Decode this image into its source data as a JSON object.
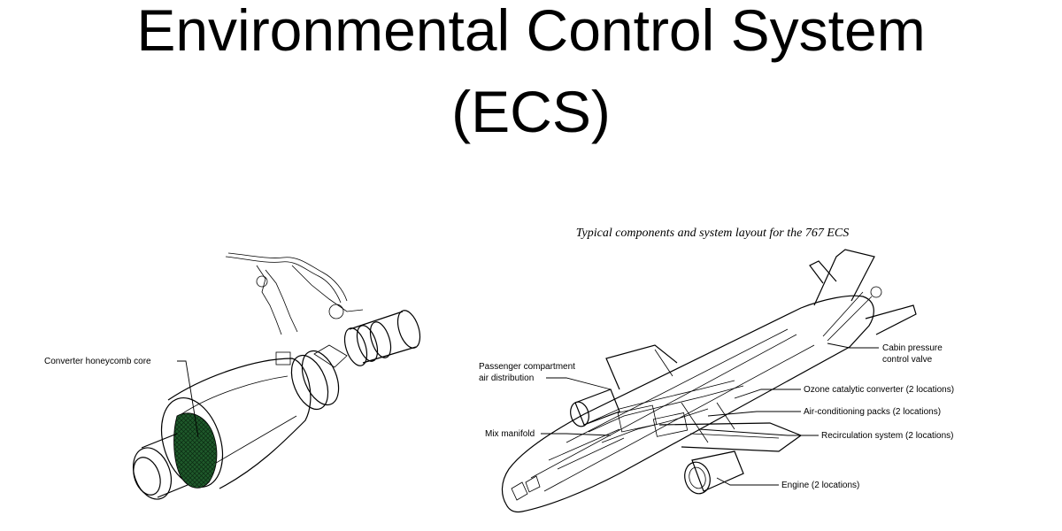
{
  "slide": {
    "title_line1": "Environmental Control System",
    "title_line2": "(ECS)"
  },
  "left_figure": {
    "labels": [
      "Converter honeycomb core"
    ],
    "core_color": "#1f5a2b"
  },
  "right_figure": {
    "caption": "Typical components and system layout for the 767 ECS",
    "labels": {
      "cabin_pressure_line1": "Cabin pressure",
      "cabin_pressure_line2": "control valve",
      "passenger_line1": "Passenger compartment",
      "passenger_line2": "air distribution",
      "ozone": "Ozone catalytic converter (2 locations)",
      "packs": "Air-conditioning packs (2 locations)",
      "mix": "Mix manifold",
      "recirc": "Recirculation system (2 locations)",
      "engine": "Engine (2 locations)"
    }
  }
}
